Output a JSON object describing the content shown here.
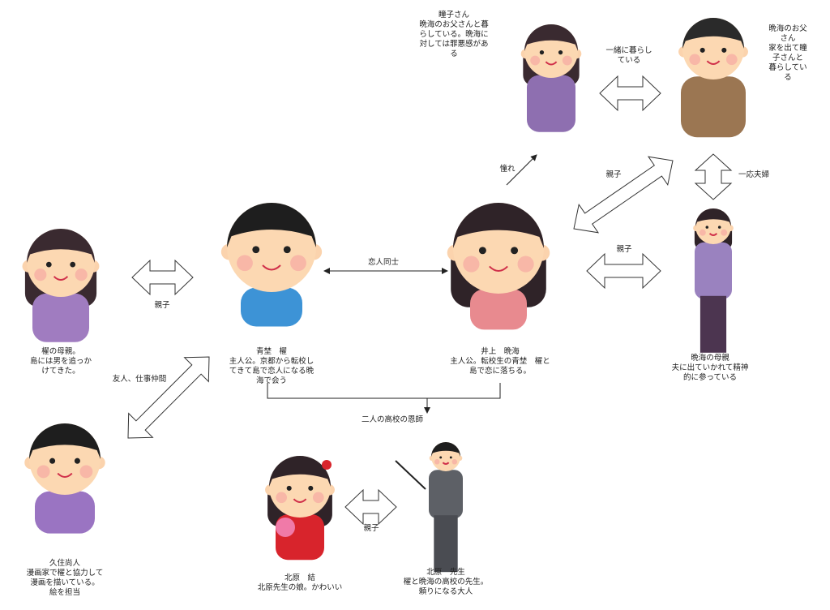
{
  "characters": {
    "hitomiko": {
      "text": "瞳子さん\n晩海のお父さんと暮\nらしている。晩海に\n対しては罪悪感があ\nる",
      "shirt": "#8e6fb0",
      "hair": "#3a2a30"
    },
    "father": {
      "text": "晩海のお父さん\n家を出て瞳子さんと\n暮らしている",
      "shirt": "#9b7652",
      "hair": "#2a2a2a"
    },
    "akemi_mother": {
      "text": "晩海の母親\n夫に出ていかれて精神\n的に参っている",
      "shirt": "#9a82bf",
      "hair": "#2f2328"
    },
    "akemi": {
      "text": "井上　晩海\n主人公。転校生の青埜　櫂と\n島で恋に落ちる。",
      "shirt": "#e88a8f",
      "hair": "#2f2328"
    },
    "kai": {
      "text": "青埜　櫂\n主人公。京都から転校し\nてきて島で恋人になる晩\n海で会う",
      "shirt": "#3d93d6",
      "hair": "#1e1e1e"
    },
    "kai_mother": {
      "text": "櫂の母親。\n島には男を追っか\nけてきた。",
      "shirt": "#a07cc0",
      "hair": "#3a2a30"
    },
    "kuzumi": {
      "text": "久住尚人\n漫画家で櫂と協力して\n漫画を描いている。\n絵を担当",
      "shirt": "#9a74c2",
      "hair": "#1e1e1e"
    },
    "yui": {
      "text": "北原　結\n北原先生の娘。かわいい",
      "shirt": "#d8242c",
      "hair": "#2f2328"
    },
    "teacher": {
      "text": "北原　先生\n櫂と晩海の高校の先生。\n頼りになる大人",
      "shirt": "#5d6066",
      "hair": "#1e1e1e"
    }
  },
  "relations": {
    "living_together": "一緒に暮らし\nている",
    "admiration": "憧れ",
    "parent_child_1": "親子",
    "parent_child_2": "親子",
    "nominal_couple": "一応夫婦",
    "lovers": "恋人同士",
    "parent_child_kai": "親子",
    "friends": "友人、仕事仲間",
    "mentor": "二人の高校の恩師",
    "parent_child_kitahara": "親子"
  }
}
